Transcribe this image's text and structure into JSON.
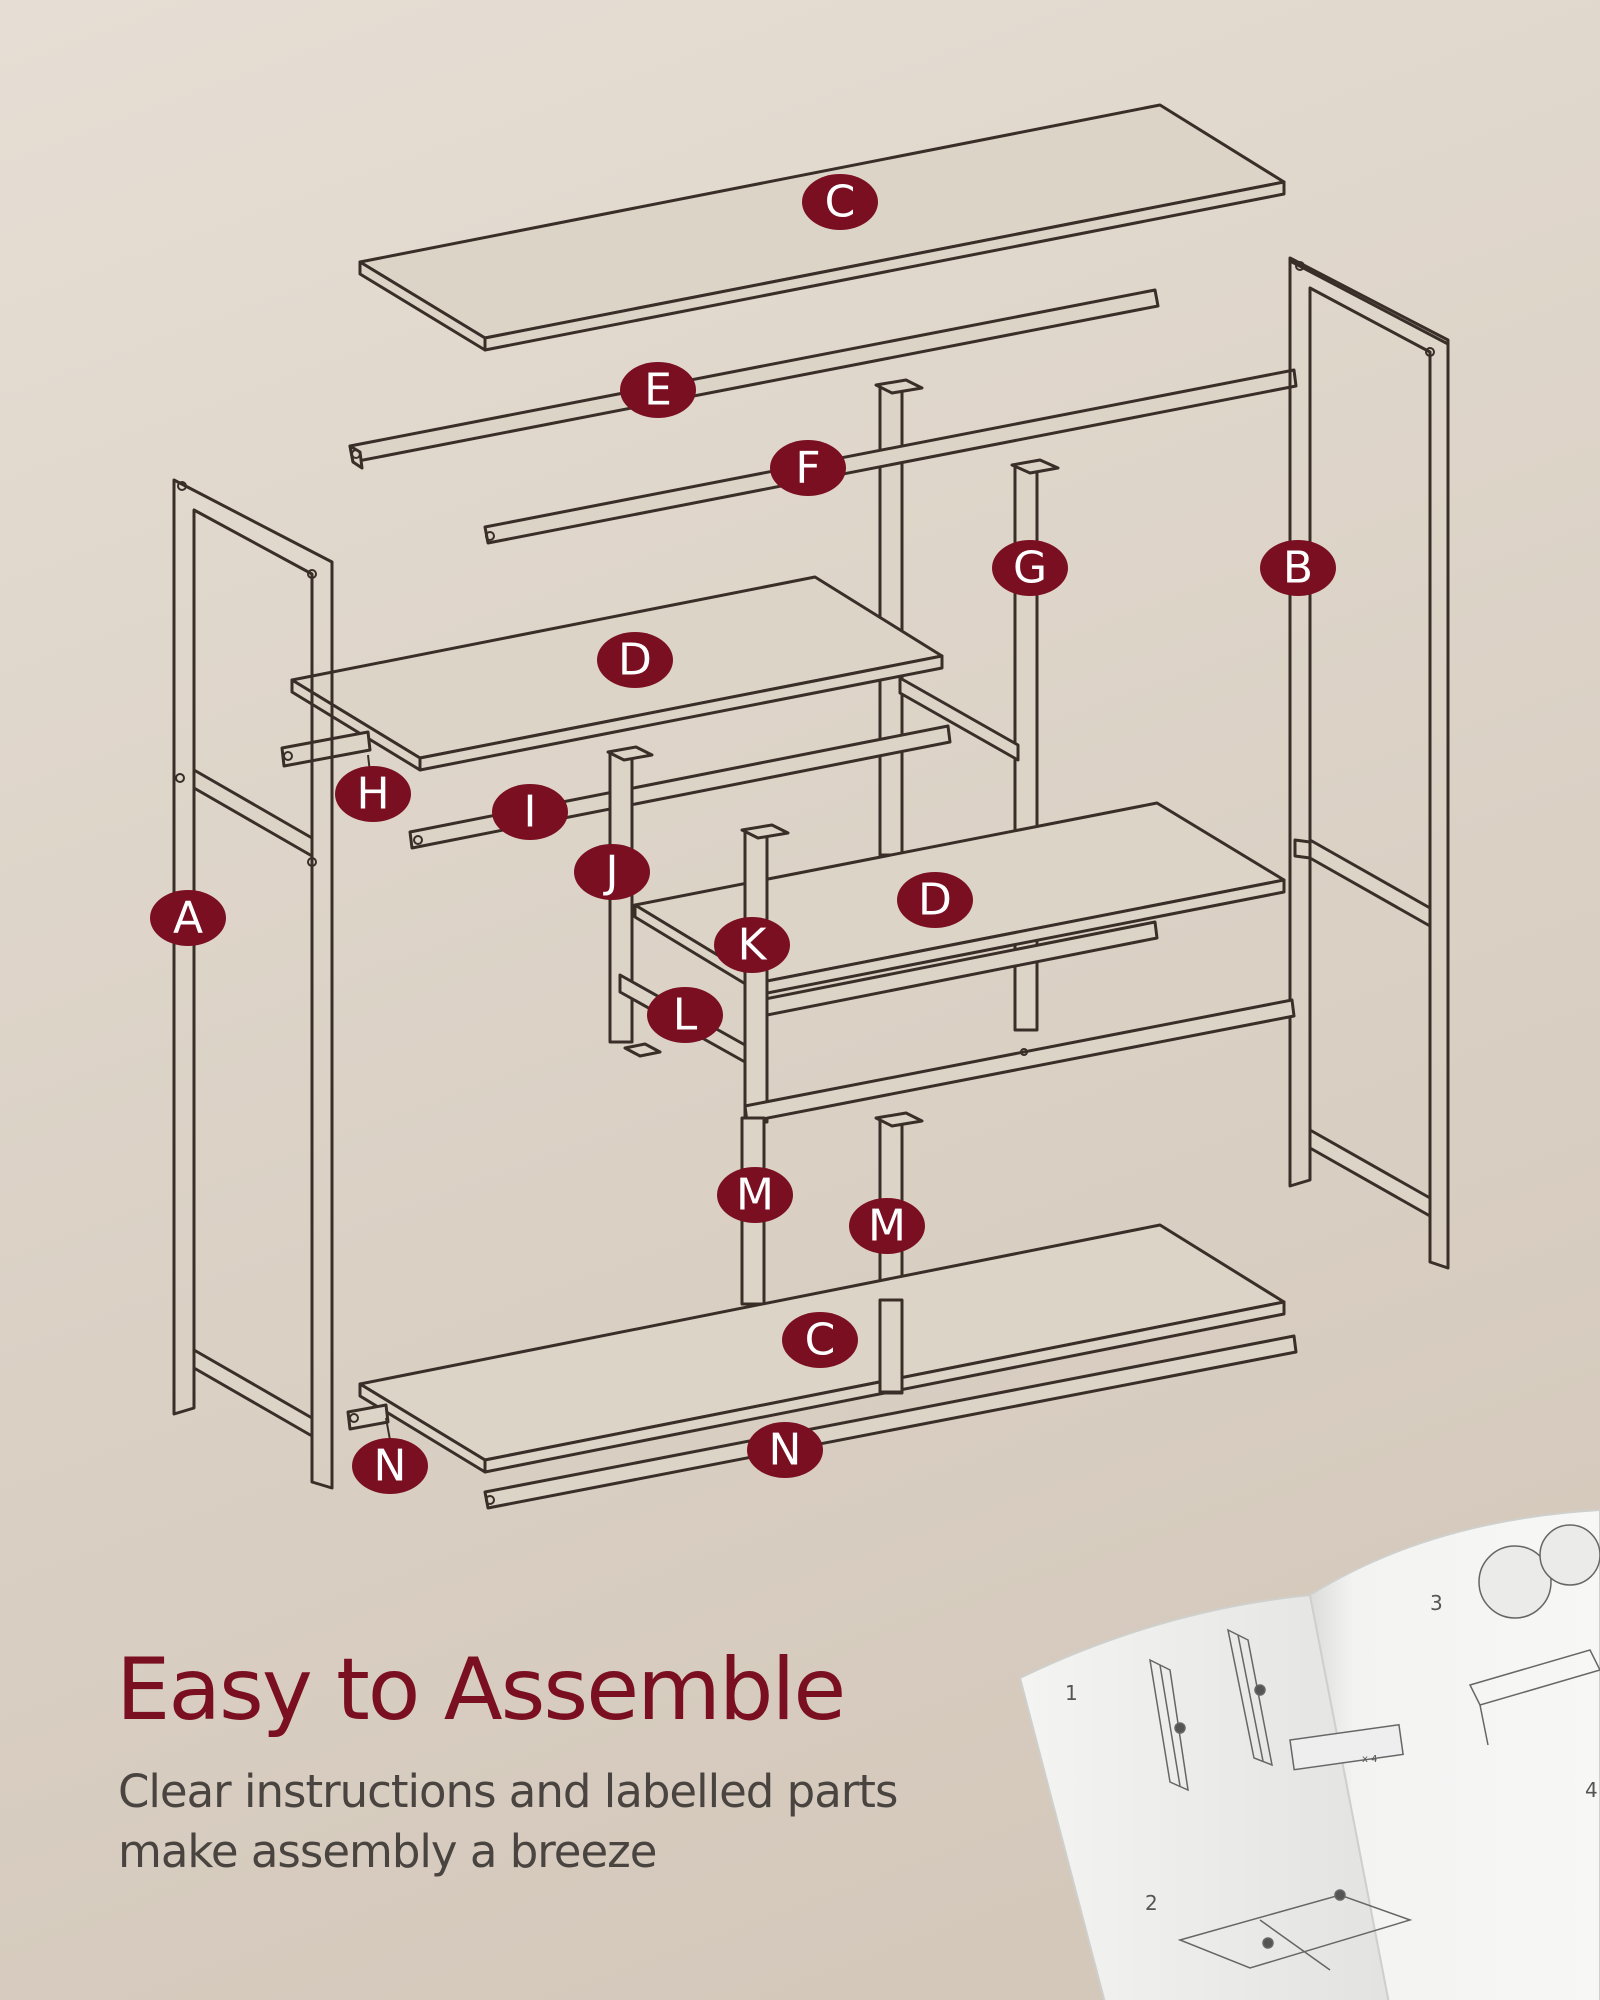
{
  "parts": [
    {
      "key": "C_top",
      "letter": "C"
    },
    {
      "key": "E",
      "letter": "E"
    },
    {
      "key": "F",
      "letter": "F"
    },
    {
      "key": "G",
      "letter": "G"
    },
    {
      "key": "B",
      "letter": "B"
    },
    {
      "key": "D_left",
      "letter": "D"
    },
    {
      "key": "H",
      "letter": "H"
    },
    {
      "key": "I",
      "letter": "I"
    },
    {
      "key": "A",
      "letter": "A"
    },
    {
      "key": "J",
      "letter": "J"
    },
    {
      "key": "D_right",
      "letter": "D"
    },
    {
      "key": "K",
      "letter": "K"
    },
    {
      "key": "L",
      "letter": "L"
    },
    {
      "key": "M_left",
      "letter": "M"
    },
    {
      "key": "M_right",
      "letter": "M"
    },
    {
      "key": "C_bottom",
      "letter": "C"
    },
    {
      "key": "N_left",
      "letter": "N"
    },
    {
      "key": "N_right",
      "letter": "N"
    }
  ],
  "headline": "Easy to Assemble",
  "subline": [
    "Clear instructions and labelled parts",
    "make assembly a breeze"
  ],
  "booklet": {
    "step_numbers": [
      "1",
      "2",
      "3",
      "4"
    ],
    "qty": "x 4"
  },
  "colors": {
    "accent": "#7b0f22",
    "line": "#3a2f28",
    "background": "#dcd3c8",
    "subtext": "#4a4440"
  }
}
